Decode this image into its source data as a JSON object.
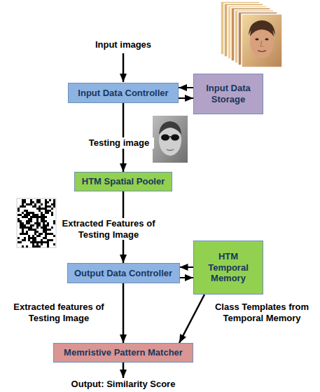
{
  "diagram": {
    "nodes": [
      {
        "text": [
          "Input Data Controller"
        ]
      },
      {
        "text": [
          "Input Data Storage"
        ]
      },
      {
        "text": [
          "HTM Spatial Pooler"
        ]
      },
      {
        "text": [
          "Output Data Controller"
        ]
      },
      {
        "text": [
          "HTM Temporal Memory"
        ]
      },
      {
        "text": [
          "Memristive Pattern Matcher"
        ]
      }
    ],
    "edges": [
      {
        "from": 1,
        "to": 0,
        "arrow": "to"
      },
      {
        "from": 0,
        "to": 1,
        "arrow": "to"
      },
      {
        "from": 0,
        "to": 2,
        "label": "Testing image",
        "arrow": "to"
      },
      {
        "from": 2,
        "to": 3,
        "label": "Extracted Features of Testing Image",
        "arrow": "to"
      },
      {
        "from": 4,
        "to": 3,
        "arrow": "to"
      },
      {
        "from": 3,
        "to": 4,
        "arrow": "to"
      },
      {
        "from": 3,
        "to": 5,
        "label": "Extracted features of Testing Image",
        "arrow": "to"
      },
      {
        "from": 4,
        "to": 5,
        "label": "Class Templates from Temporal Memory",
        "arrow": "to"
      }
    ],
    "labels": [
      "Input images",
      "Output: Similarity Score"
    ]
  }
}
